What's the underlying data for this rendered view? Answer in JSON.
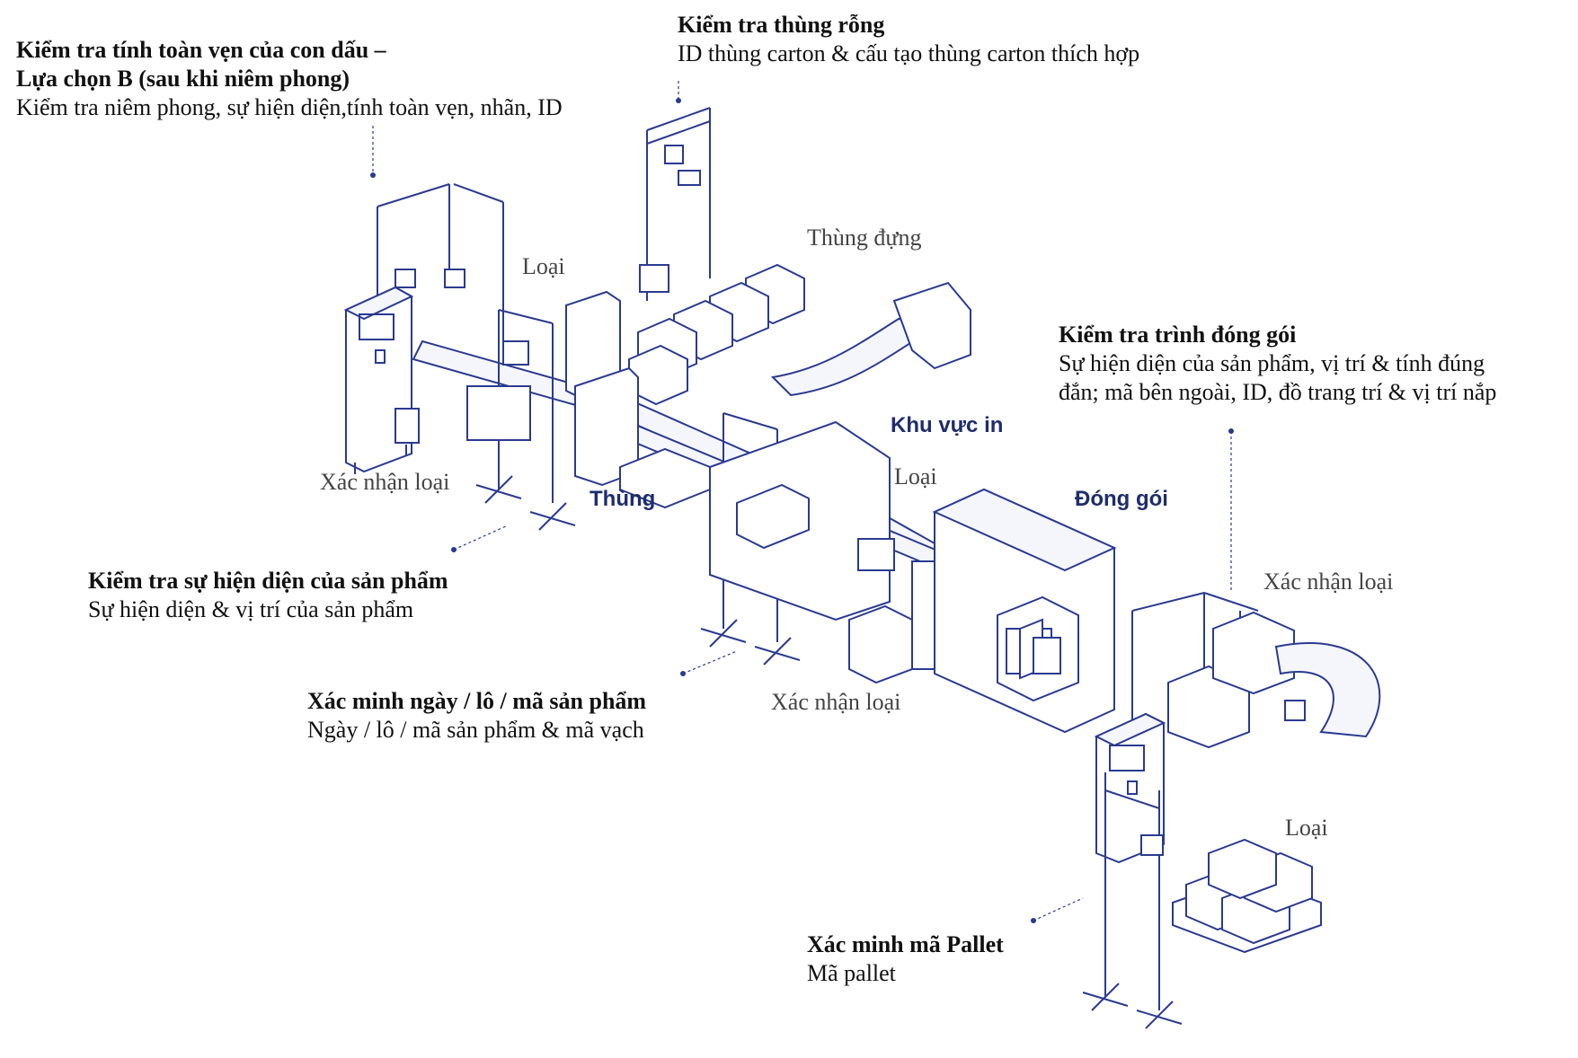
{
  "callouts": {
    "seal": {
      "title_line1": "Kiểm tra tính toàn vẹn của con dấu –",
      "title_line2": "Lựa chọn B (sau khi niêm phong)",
      "desc": "Kiểm tra niêm phong, sự hiện diện,tính toàn vẹn, nhãn, ID"
    },
    "empty_box": {
      "title": "Kiểm tra thùng rỗng",
      "desc": "ID thùng carton & cấu tạo thùng carton thích hợp"
    },
    "packing": {
      "title": "Kiểm tra trình đóng gói",
      "desc_line1": "Sự hiện diện của sản phẩm, vị trí & tính đúng",
      "desc_line2": "đắn; mã bên ngoài, ID, đồ trang trí & vị trí nắp"
    },
    "presence": {
      "title": "Kiểm tra sự hiện diện của sản phẩm",
      "desc": "Sự hiện diện & vị trí của sản phẩm"
    },
    "date_lot": {
      "title": "Xác minh ngày / lô / mã sản phẩm",
      "desc": "Ngày / lô / mã sản phẩm & mã vạch"
    },
    "pallet": {
      "title": "Xác minh mã Pallet",
      "desc": "Mã pallet"
    }
  },
  "labels": {
    "reject_1": "Loại",
    "reject_2": "Loại",
    "reject_3": "Loại",
    "container": "Thùng đựng",
    "confirm_1": "Xác nhận loại",
    "confirm_2": "Xác nhận loại",
    "confirm_3": "Xác nhận loại"
  },
  "zones": {
    "box": "Thùng",
    "print_area": "Khu vực in",
    "packing": "Đóng gói"
  },
  "colors": {
    "line": "#2a3a8f",
    "zone_text": "#1e2d6b",
    "text": "#111111"
  }
}
